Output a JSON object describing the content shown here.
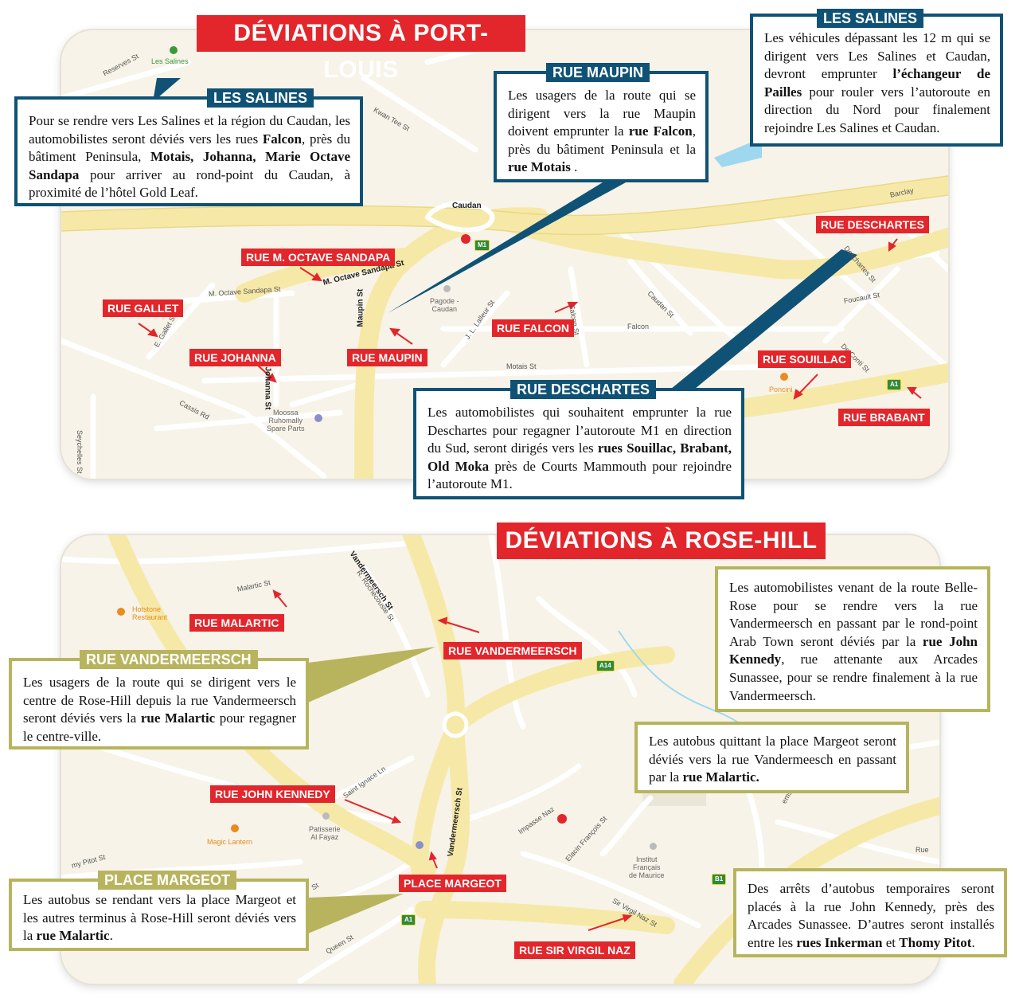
{
  "port_louis": {
    "title": "DÉVIATIONS À PORT-LOUIS",
    "boxes": {
      "les_salines": {
        "tab": "LES SALINES",
        "text": [
          {
            "t": "Pour se rendre vers Les Salines et la région du Caudan, les automobilistes seront déviés vers les rues "
          },
          {
            "t": "Falcon",
            "b": true
          },
          {
            "t": ", près du bâtiment Peninsula, "
          },
          {
            "t": "Motais, Johanna, Marie Octave Sandapa",
            "b": true
          },
          {
            "t": " pour arriver au rond-point du Caudan, à proximité de l’hôtel Gold Leaf."
          }
        ]
      },
      "rue_maupin": {
        "tab": "RUE MAUPIN",
        "text": [
          {
            "t": "Les usagers de la route qui se dirigent vers la rue Maupin doivent emprunter la "
          },
          {
            "t": "rue Falcon",
            "b": true
          },
          {
            "t": ", près du bâtiment Peninsula et la "
          },
          {
            "t": "rue Motais",
            "b": true
          },
          {
            "t": " ."
          }
        ]
      },
      "les_salines_trucks": {
        "tab": "LES SALINES",
        "text": [
          {
            "t": "Les véhicules dépassant les 12 m qui se dirigent vers Les Salines et Caudan, devront emprunter "
          },
          {
            "t": "l’échangeur de Pailles",
            "b": true
          },
          {
            "t": " pour rouler vers l’autoroute en direction du Nord pour finalement rejoindre Les Salines et Caudan."
          }
        ]
      },
      "rue_deschartes": {
        "tab": "RUE DESCHARTES",
        "text": [
          {
            "t": "Les automobilistes qui souhaitent emprunter la rue Deschartes pour regagner l’autoroute M1 en direction du Sud, seront dirigés vers les "
          },
          {
            "t": "rues Souillac, Brabant, Old Moka",
            "b": true
          },
          {
            "t": " près de Courts Mammouth pour rejoindre l’autoroute M1."
          }
        ]
      }
    },
    "tags": {
      "sandapa": "RUE M. OCTAVE SANDAPA",
      "gallet": "RUE GALLET",
      "johanna": "RUE JOHANNA",
      "maupin": "RUE MAUPIN",
      "falcon": "RUE FALCON",
      "deschartes": "RUE DESCHARTES",
      "souillac": "RUE SOUILLAC",
      "brabant": "RUE BRABANT"
    },
    "streets": {
      "reserves": "Reserves St",
      "kwan_tee": "Kwan Tee St",
      "caudan": "Caudan",
      "barclay": "Barclay",
      "sandapa_small": "M. Octave Sandapa St",
      "sandapa_bold": "M. Octave Sandapa St",
      "gallet": "E. Gallet St",
      "johanna": "Johanna St",
      "maupin": "Maupin St",
      "lalleur": "J. L. Lalleur St",
      "falcon_st": "Falcon St",
      "falcon": "Falcon",
      "caudan_st": "Caudan St",
      "motais": "Motais St",
      "deschartes": "Deschartes St",
      "foucault": "Foucault St",
      "deconti": "De Conti St",
      "cassis": "Cassis Rd",
      "seychelles": "Seychelles St"
    },
    "pois": {
      "les_salines": "Les Salines",
      "pagode": "Pagode -\nCaudan",
      "moossa": "Moossa\nRuhomally\nSpare Parts",
      "poncini": "Poncini"
    },
    "shields": {
      "m1": "M1",
      "a1": "A1"
    }
  },
  "rose_hill": {
    "title": "DÉVIATIONS À ROSE-HILL",
    "boxes": {
      "belle_rose": {
        "text": [
          {
            "t": "Les automobilistes venant de la route Belle-Rose pour se rendre vers la rue Vandermeersch en passant par le rond-point Arab Town seront déviés par la "
          },
          {
            "t": "rue John Kennedy",
            "b": true
          },
          {
            "t": ", rue attenante aux Arcades Sunassee, pour se rendre finalement à la rue Vandermeersch."
          }
        ]
      },
      "vandermeersch": {
        "tab": "RUE VANDERMEERSCH",
        "text": [
          {
            "t": "Les usagers de la route qui se dirigent vers le centre de Rose-Hill depuis la rue Vandermeersch seront déviés vers la "
          },
          {
            "t": "rue Malartic",
            "b": true
          },
          {
            "t": " pour regagner le centre-ville."
          }
        ]
      },
      "autobus_margeot": {
        "text": [
          {
            "t": "Les autobus quittant la place Margeot seront déviés vers la rue Vandermeesch en passant par la "
          },
          {
            "t": "rue Malartic.",
            "b": true
          }
        ]
      },
      "place_margeot": {
        "tab": "PLACE MARGEOT",
        "text": [
          {
            "t": "Les autobus se rendant vers la place Margeot et les autres terminus à Rose-Hill seront déviés vers la "
          },
          {
            "t": "rue Malartic",
            "b": true
          },
          {
            "t": "."
          }
        ]
      },
      "arrets": {
        "text": [
          {
            "t": "Des arrêts d’autobus temporaires seront placés à la rue John Kennedy, près des Arcades Sunassee. D’autres seront installés entre les "
          },
          {
            "t": "rues Inkerman",
            "b": true
          },
          {
            "t": " et "
          },
          {
            "t": "Thomy Pitot",
            "b": true
          },
          {
            "t": "."
          }
        ]
      }
    },
    "tags": {
      "malartic": "RUE MALARTIC",
      "vandermeersch": "RUE VANDERMEERSCH",
      "john_kennedy": "RUE JOHN KENNEDY",
      "place_margeot": "PLACE MARGEOT",
      "sir_virgil": "RUE SIR VIRGIL NAZ"
    },
    "streets": {
      "malartic": "Malartic St",
      "vandermeersch_top": "Vandermeersch St",
      "rochecouste": "R. Rochecouste St",
      "saint_ignace": "Saint Ignace Ln",
      "vandermeersch": "Vandermeersch St",
      "impasse_naz": "Impasse Naz",
      "elacin": "Elacin François St",
      "sir_virgil": "Sir Virgil Naz St",
      "thomy_pitot": "my Pitot St",
      "queen": "Queen St",
      "st_left": "St",
      "rue": "Rue",
      "ems": "ems"
    },
    "pois": {
      "hotstone": "Hotstone\nRestaurant",
      "patisserie": "Patisserie\nAl Fayaz",
      "magic_lantern": "Magic Lantern",
      "institut": "Institut\nFrançais\nde Maurice"
    },
    "shields": {
      "a14": "A14",
      "a1": "A1",
      "b1": "B1"
    }
  },
  "colors": {
    "title_red": "#e3262b",
    "box_blue": "#0f5276",
    "box_olive": "#b8b45e",
    "map_bg": "#f7f3e8",
    "road_yellow": "#f6e9a8"
  }
}
